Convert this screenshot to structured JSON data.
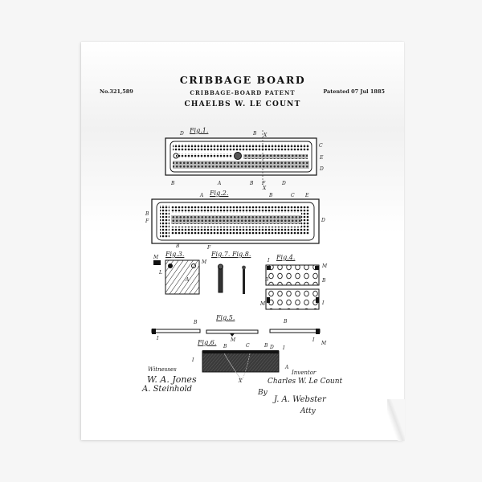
{
  "poster": {
    "title": "CRIBBAGE BOARD",
    "subtitle": "CRIBBAGE-BOARD PATENT",
    "patent_number": "No.321,589",
    "patent_date": "Patented 07 Jul 1885",
    "inventor": "CHAELBS W. LE COUNT"
  },
  "figures": {
    "fig1": "Fig.1.",
    "fig2": "Fig.2.",
    "fig3": "Fig.3.",
    "fig4": "Fig.4.",
    "fig5": "Fig.5.",
    "fig6": "Fig.6.",
    "fig78": "Fig.7. Fig.8."
  },
  "signatures": {
    "witnesses_label": "Witnesses",
    "witness1": "W. A. Jones",
    "witness2": "A. Steinhold",
    "inventor_label": "Inventor",
    "inventor_sig": "Charles W. Le Count",
    "by": "By",
    "attorney_sig": "J. A. Webster",
    "attorney_label": "Atty"
  },
  "colors": {
    "background": "#f6f6f6",
    "paper": "#ffffff",
    "ink": "#111111"
  }
}
